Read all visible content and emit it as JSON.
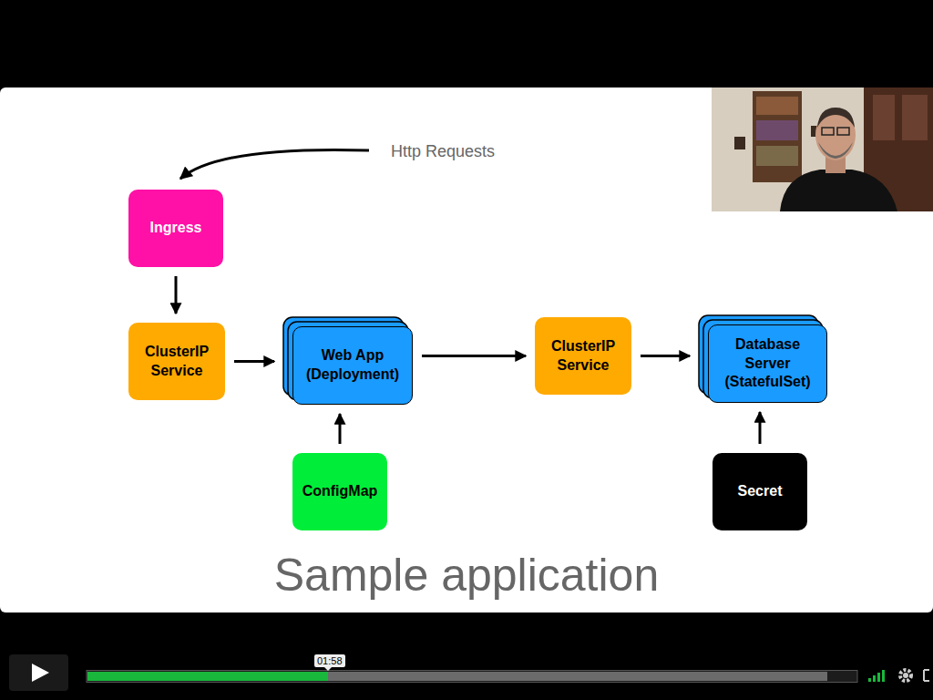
{
  "diagram": {
    "caption": "Sample application",
    "nodes": [
      {
        "text": [
          "Ingress"
        ]
      },
      {
        "text": [
          "ClusterIP Service"
        ]
      },
      {
        "text": [
          "Web App (Deployment)"
        ]
      },
      {
        "text": [
          "ClusterIP Service"
        ]
      },
      {
        "text": [
          "Database Server (StatefulSet)"
        ]
      },
      {
        "text": [
          "ConfigMap"
        ]
      },
      {
        "text": [
          "Secret"
        ]
      }
    ],
    "edges": [
      {
        "from": 0,
        "to": 1,
        "arrow": "to"
      },
      {
        "from": 1,
        "to": 2,
        "arrow": "to"
      },
      {
        "from": 2,
        "to": 3,
        "arrow": "to"
      },
      {
        "from": 3,
        "to": 4,
        "arrow": "to"
      },
      {
        "from": 5,
        "to": 2,
        "arrow": "to"
      },
      {
        "from": 6,
        "to": 4,
        "arrow": "to"
      }
    ],
    "labels": [
      "Http Requests",
      "01:58"
    ]
  }
}
